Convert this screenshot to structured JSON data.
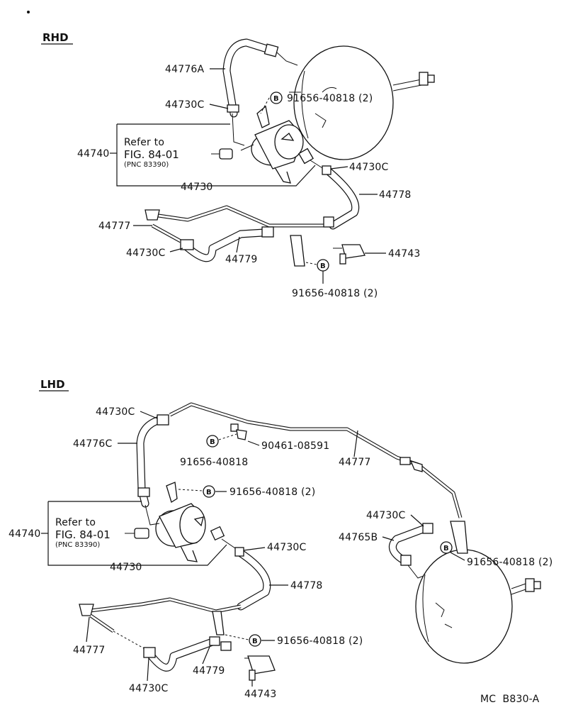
{
  "rhd": {
    "title": "RHD",
    "labels": {
      "hose_a": "44776A",
      "clamp_top": "44730C",
      "refer_to": "Refer to",
      "fig_ref": "FIG. 84-01",
      "pnc_ref": "(PNC 83390)",
      "canister": "44740",
      "bolt_top": "91656-40818 (2)",
      "clamp_right": "44730C",
      "hose_right": "44778",
      "bracket_line": "44730",
      "pipe": "44777",
      "clamp_bottom": "44730C",
      "hose_lower": "44779",
      "valve": "44743",
      "bolt_bottom": "91656-40818 (2)"
    }
  },
  "lhd": {
    "title": "LHD",
    "labels": {
      "clamp_top": "44730C",
      "hose_c": "44776C",
      "bolt_a": "91656-40818",
      "bolt_b": "90461-08591",
      "pipe_top": "44777",
      "bolt_bracket": "91656-40818 (2)",
      "refer_to": "Refer to",
      "fig_ref": "FIG. 84-01",
      "pnc_ref": "(PNC 83390)",
      "canister": "44740",
      "clamp_right": "44730C",
      "bracket_line": "44730",
      "hose_right": "44778",
      "clamp_far": "44730C",
      "hose_b": "44765B",
      "bolt_far": "91656-40818 (2)",
      "pipe_left": "44777",
      "bolt_lower": "91656-40818 (2)",
      "clamp_bottom": "44730C",
      "hose_lower": "44779",
      "valve": "44743"
    }
  },
  "bolt_marker": "B",
  "footer_code": "MC  B830-A"
}
